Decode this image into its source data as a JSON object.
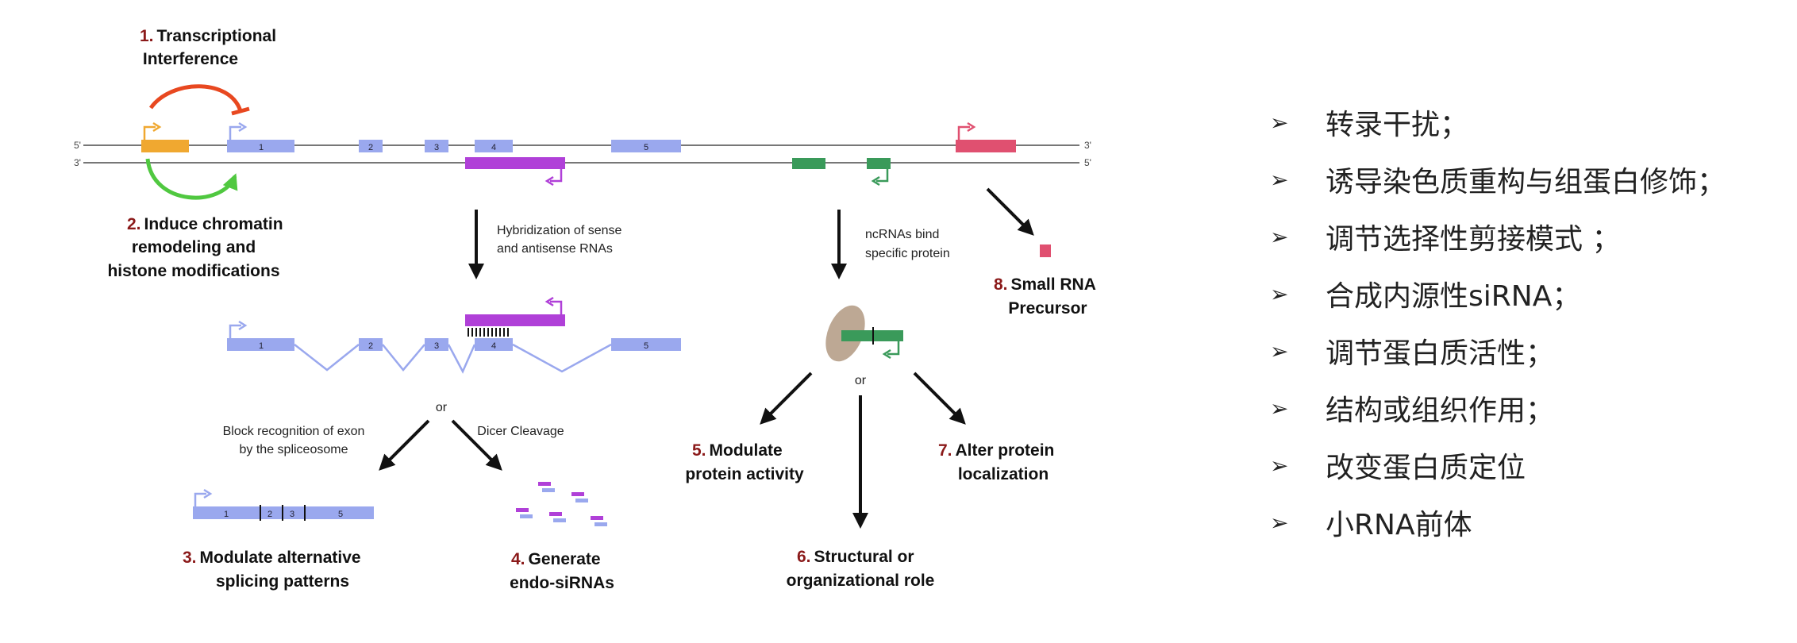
{
  "diagram": {
    "strand_labels": {
      "top_left": "5'",
      "top_right": "3'",
      "bottom_left": "3'",
      "bottom_right": "5'"
    },
    "exons": [
      "1",
      "2",
      "3",
      "4",
      "5"
    ],
    "captions": {
      "hybridization_line1": "Hybridization of sense",
      "hybridization_line2": "and antisense RNAs",
      "ncrna_line1": "ncRNAs bind",
      "ncrna_line2": "specific protein",
      "or_splice": "or",
      "or_protein": "or",
      "block_line1": "Block recognition of exon",
      "block_line2": "by the spliceosome",
      "dicer": "Dicer Cleavage"
    },
    "functions": [
      {
        "num": "1.",
        "line1": "Transcriptional",
        "line2": "Interference"
      },
      {
        "num": "2.",
        "line1": "Induce chromatin",
        "line2": "remodeling and",
        "line3": "histone modifications"
      },
      {
        "num": "3.",
        "line1": "Modulate alternative",
        "line2": "splicing patterns"
      },
      {
        "num": "4.",
        "line1": "Generate",
        "line2": "endo-siRNAs"
      },
      {
        "num": "5.",
        "line1": "Modulate",
        "line2": "protein activity"
      },
      {
        "num": "6.",
        "line1": "Structural or",
        "line2": "organizational role"
      },
      {
        "num": "7.",
        "line1": "Alter protein",
        "line2": "localization"
      },
      {
        "num": "8.",
        "line1": "Small RNA",
        "line2": "Precursor"
      }
    ],
    "colors": {
      "exon": "#9aa8ee",
      "promoter_orange": "#f0a830",
      "antisense_purple": "#b040d8",
      "ncrna_green": "#3a9a5a",
      "small_rna_red": "#e05070",
      "interference_arrow": "#e84820",
      "chromatin_arrow": "#50c840",
      "protein": "#bda894"
    }
  },
  "bullets": {
    "marker": "➢",
    "items": [
      "转录干扰；",
      "诱导染色质重构与组蛋白修饰；",
      "调节选择性剪接模式 ；",
      "合成内源性siRNA；",
      "调节蛋白质活性；",
      "结构或组织作用；",
      "改变蛋白质定位",
      "小RNA前体"
    ]
  }
}
